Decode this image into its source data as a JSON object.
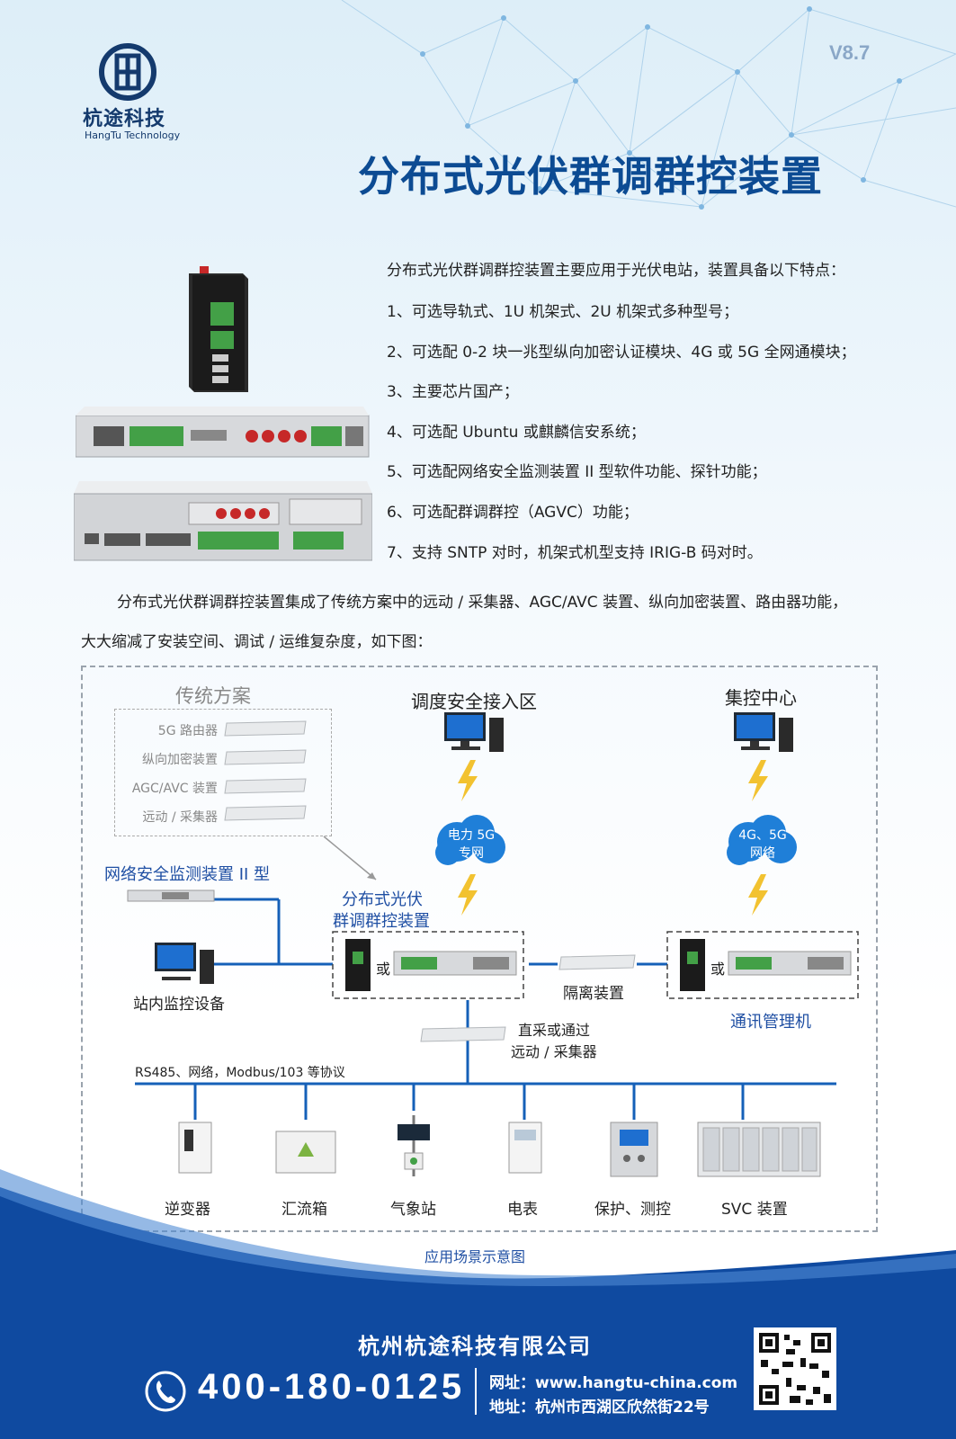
{
  "header": {
    "brand_cn": "杭途科技",
    "brand_en": "HangTu  Technology",
    "version": "V8.7",
    "title": "分布式光伏群调群控装置"
  },
  "features": {
    "intro": "分布式光伏群调群控装置主要应用于光伏电站，装置具备以下特点：",
    "items": [
      "1、可选导轨式、1U 机架式、2U 机架式多种型号；",
      "2、可选配 0-2 块一兆型纵向加密认证模块、4G 或 5G 全网通模块；",
      "3、主要芯片国产；",
      "4、可选配 Ubuntu 或麒麟信安系统；",
      "5、可选配网络安全监测装置 II 型软件功能、探针功能；",
      "6、可选配群调群控（AGVC）功能；",
      "7、支持 SNTP 对时，机架式机型支持 IRIG-B 码对时。"
    ]
  },
  "paragraph": {
    "line1": "分布式光伏群调群控装置集成了传统方案中的远动 / 采集器、AGC/AVC 装置、纵向加密装置、路由器功能，",
    "line2": "大大缩减了安装空间、调试 / 运维复杂度，如下图："
  },
  "diagram": {
    "traditional_title": "传统方案",
    "traditional_items": [
      "5G 路由器",
      "纵向加密装置",
      "AGC/AVC 装置",
      "远动 / 采集器"
    ],
    "dispatch": "调度安全接入区",
    "control_center": "集控中心",
    "cloud1_l1": "电力 5G",
    "cloud1_l2": "专网",
    "cloud2_l1": "4G、5G",
    "cloud2_l2": "网络",
    "netsec": "网络安全监测装置 II 型",
    "device_l1": "分布式光伏",
    "device_l2": "群调群控装置",
    "or1": "或",
    "or2": "或",
    "station_monitor": "站内监控设备",
    "isolation": "隔离装置",
    "comm_manager": "通讯管理机",
    "direct_l1": "直采或通过",
    "direct_l2": "远动 / 采集器",
    "protocol": "RS485、网络，Modbus/103 等协议",
    "field": [
      "逆变器",
      "汇流箱",
      "气象站",
      "电表",
      "保护、测控",
      "SVC 装置"
    ],
    "caption": "应用场景示意图"
  },
  "footer": {
    "company": "杭州杭途科技有限公司",
    "phone": "400-180-0125",
    "website": "网址：www.hangtu-china.com",
    "address": "地址：杭州市西湖区欣然街22号"
  },
  "colors": {
    "brand_blue": "#0c4b93",
    "label_blue": "#1f4fa3",
    "line_blue": "#1560b8",
    "footer_blue": "#0f4aa0"
  }
}
